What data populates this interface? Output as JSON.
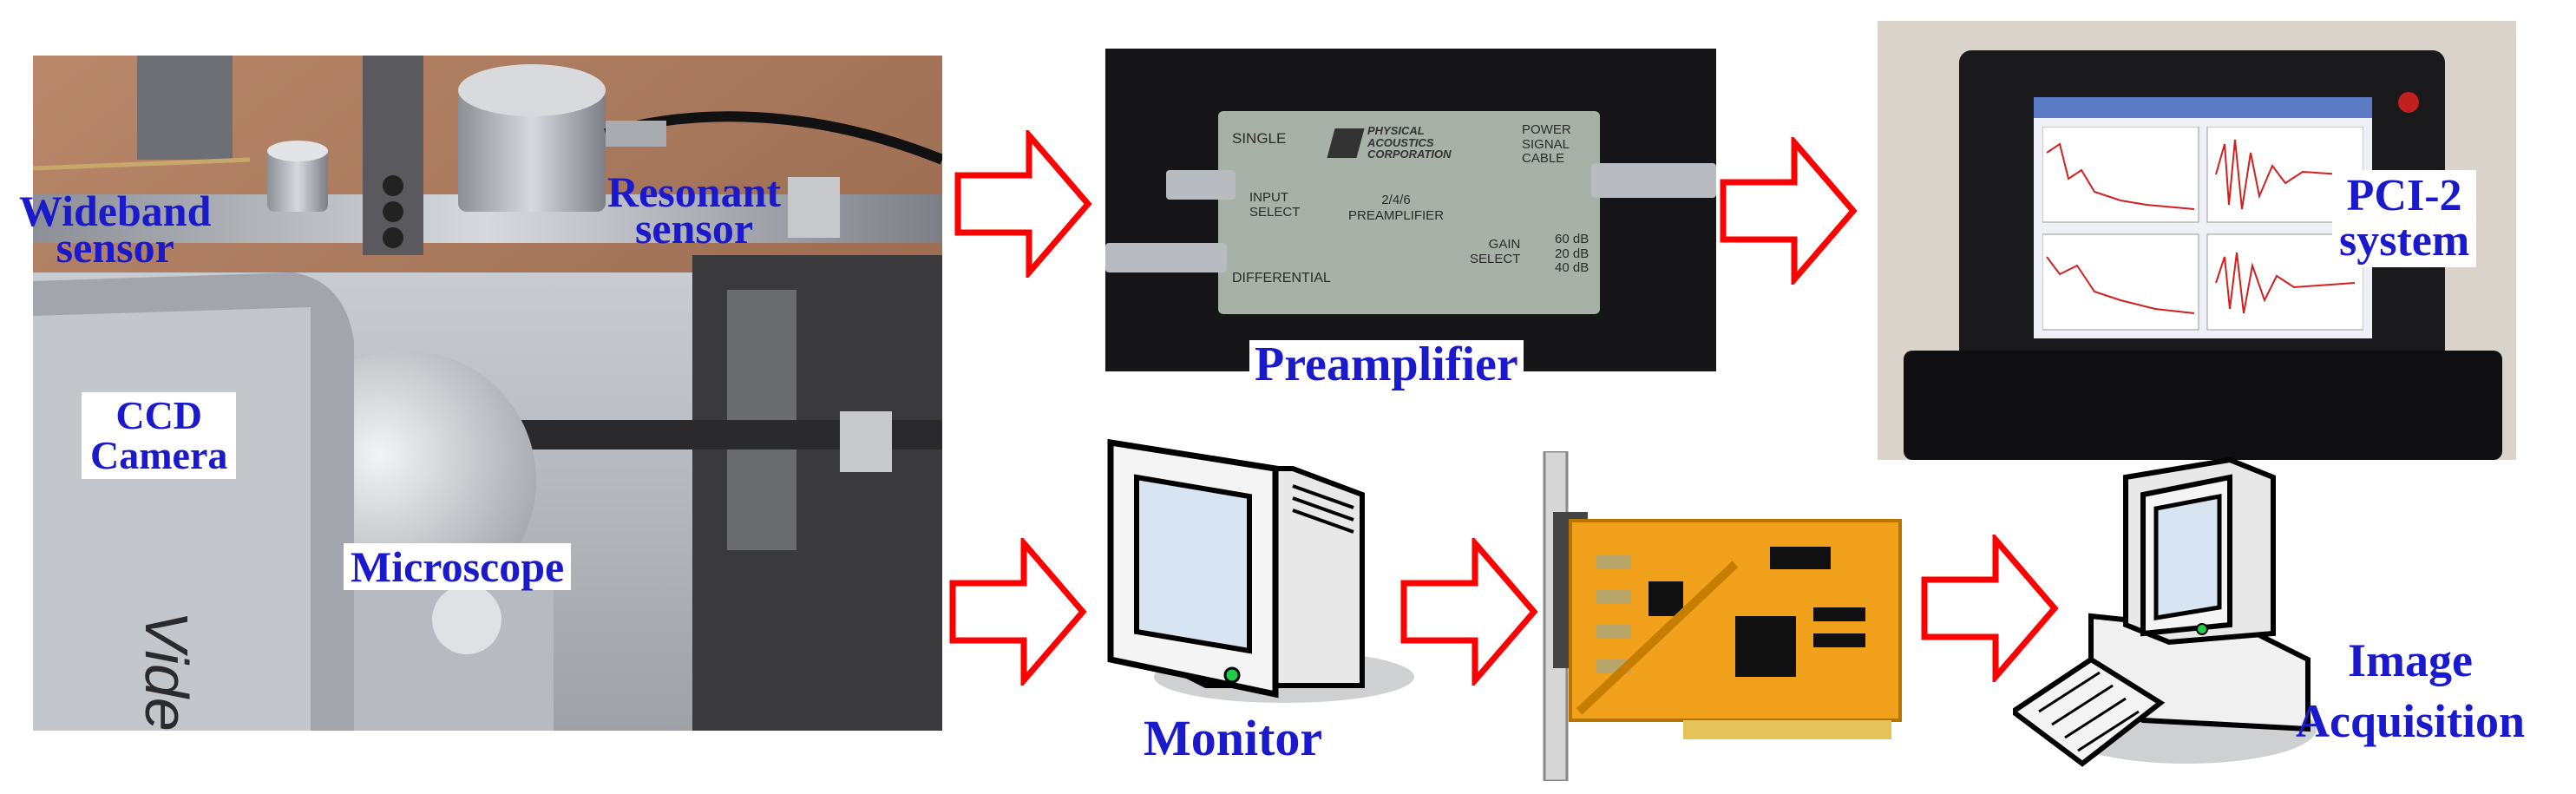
{
  "labels": {
    "wideband_line1": "Wideband",
    "wideband_line2": "sensor",
    "resonant_line1": "Resonant",
    "resonant_line2": "sensor",
    "ccd_line1": "CCD",
    "ccd_line2": "Camera",
    "microscope": "Microscope",
    "preamplifier": "Preamplifier",
    "pci_line1": "PCI-2",
    "pci_line2": "system",
    "monitor": "Monitor",
    "image_line1": "Image",
    "image_line2": "Acquisition"
  },
  "preamp_panel": {
    "brand_line1": "PHYSICAL",
    "brand_line2": "ACOUSTICS",
    "brand_line3": "CORPORATION",
    "single": "SINGLE",
    "input_select_line1": "INPUT",
    "input_select_line2": "SELECT",
    "model_line1": "2/4/6",
    "model_line2": "PREAMPLIFIER",
    "differential": "DIFFERENTIAL",
    "power_line1": "POWER",
    "power_line2": "SIGNAL",
    "power_line3": "CABLE",
    "gain_line1": "GAIN",
    "gain_line2": "SELECT",
    "gain_60": "60 dB",
    "gain_20": "20 dB",
    "gain_40": "40 dB"
  },
  "photo_text": {
    "camera_brand": "Videon"
  },
  "colors": {
    "label_text": "#1a1acc",
    "arrow_stroke": "#ff0000",
    "arrow_fill": "#ffffff"
  }
}
